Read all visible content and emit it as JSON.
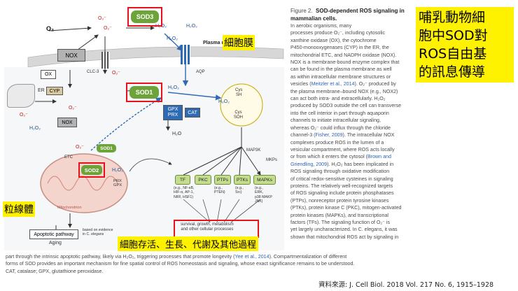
{
  "figure": {
    "title": "Figure 2.",
    "heading": "SOD-dependent ROS signaling in mammalian cells.",
    "body_lines": [
      "In aerobic organisms, many",
      "processes produce O₂⁻, including cytosolic",
      "xanthine oxidase (OX), the cytochrome",
      "P450-monooxygenases (CYP) in the ER, the",
      "mitochondrial ETC, and NADPH oxidase (NOX).",
      "NOX is a membrane-bound enzyme complex that",
      "can be found in the plasma membrane as well",
      "as within intracellular membrane structures or",
      "vesicles (",
      "). O₂⁻ produced by",
      "the plasma membrane–bound NOX (e.g., NOX2)",
      "can act both intra- and extracellularly. H₂O₂",
      "produced by SOD3 outside the cell can transverse",
      "into the cell interior in part through aquaporin",
      "channels to initiate intracellular signaling,",
      "whereas O₂⁻ could influx through the chloride",
      "channel-3 (",
      "). The intracellular NOX",
      "complexes produce ROS in the lumen of a",
      "vesicular compartment, where ROS acts locally",
      "or from which it enters the cytosol (",
      "",
      "). H₂O₂ has been implicated in",
      "ROS signaling through oxidative modification",
      "of critical redox-sensitive cysteines in signaling",
      "proteins. The relatively well-recognized targets",
      "of ROS signaling include protein phosphatases",
      "(PTPs), nonreceptor protein tyrosine kinases",
      "(PTKs), protein kinase C (PKC), mitogen-activated",
      "protein kinases (MAPKs), and transcriptional",
      "factors (TFs). The signaling function of O₂⁻ is",
      "yet largely uncharacterized. In C. elegans, it was",
      "shown that mitochondrial ROS act by signaling in"
    ],
    "refs": {
      "meitzler": "Meitzler et al., 2014",
      "fisher": "Fisher, 2009",
      "brown": "Brown and",
      "griendling": "Griendling, 2009",
      "yee": "Yee et al., 2014"
    },
    "bottom_lines": [
      "part through the intrinsic apoptotic pathway, likely via H₂O₂, triggering processes that promote longevity (",
      "). Compartmentalization of different",
      "forms of SOD provides an important mechanism for fine spatial control of ROS homeostasis and signaling, whose exact significance remains to be understood.",
      "CAT, catalase; GPX, glutathione peroxidase."
    ]
  },
  "annotations": {
    "title_zh": [
      "哺乳動物細",
      "胞中SOD對",
      "ROS自由基",
      "的訊息傳導"
    ],
    "membrane_zh": "細胞膜",
    "mito_zh": "粒線體",
    "survival_zh": "細胞存活、生長、代謝及其他過程",
    "source": "資料來源: J. Cell Biol. 2018 Vol. 217 No. 6, 1915–1928"
  },
  "diagram": {
    "o2": "O₂",
    "o2m": "O₂⁻",
    "h2o2": "H₂O₂",
    "h2o": "H₂O",
    "sod3": "SOD3",
    "sod1": "SOD1",
    "sod1_small": "SOD1",
    "sod2": "SOD2",
    "nox": "NOX",
    "nox_small": "NOX",
    "ox": "OX",
    "er": "ER",
    "cyp": "CYP",
    "clc3": "CLC-3",
    "aqp": "AQP",
    "plasma_membrane": "Plasma membrane",
    "gpx": "GPX",
    "prx": "PRX",
    "cat": "CAT",
    "prx_gpx": "PRX\nGPX",
    "etc": "ETC",
    "mitochondrion": "Mitochondrion",
    "cys_sh": [
      "Cys",
      "SH"
    ],
    "cys_soh": [
      "Cys",
      "SOH"
    ],
    "map3k": "MAP3K",
    "mkps": "MKPs",
    "targets": [
      {
        "label": "TF",
        "note": "(e.g., NF-κB,\nHIF-α, AP-1,\nNRF, HSF1)"
      },
      {
        "label": "PKC",
        "note": ""
      },
      {
        "label": "PTPs",
        "note": "(e.g.,\nPTEN)"
      },
      {
        "label": "PTKs",
        "note": "(e.g.,\nSrc)"
      },
      {
        "label": "MAPKs",
        "note": "(e.g.,\nERK,\np38 MAKP\nJNK)"
      }
    ],
    "outcome": "survival, growth, metabolism\nand other cellular processes",
    "apoptotic": "Apoptotic pathway",
    "aging": "Aging",
    "evidence": "based on evidence\nin C. elegans"
  },
  "colors": {
    "highlight": "#fff200",
    "red_frame": "#e8121a",
    "sod_green": "#6da43a",
    "nox_gray": "#b3b3b3",
    "membrane": "#d7d7d7",
    "signal_green": "#c5dc8f",
    "arrow_blue": "#2f6bb5"
  }
}
